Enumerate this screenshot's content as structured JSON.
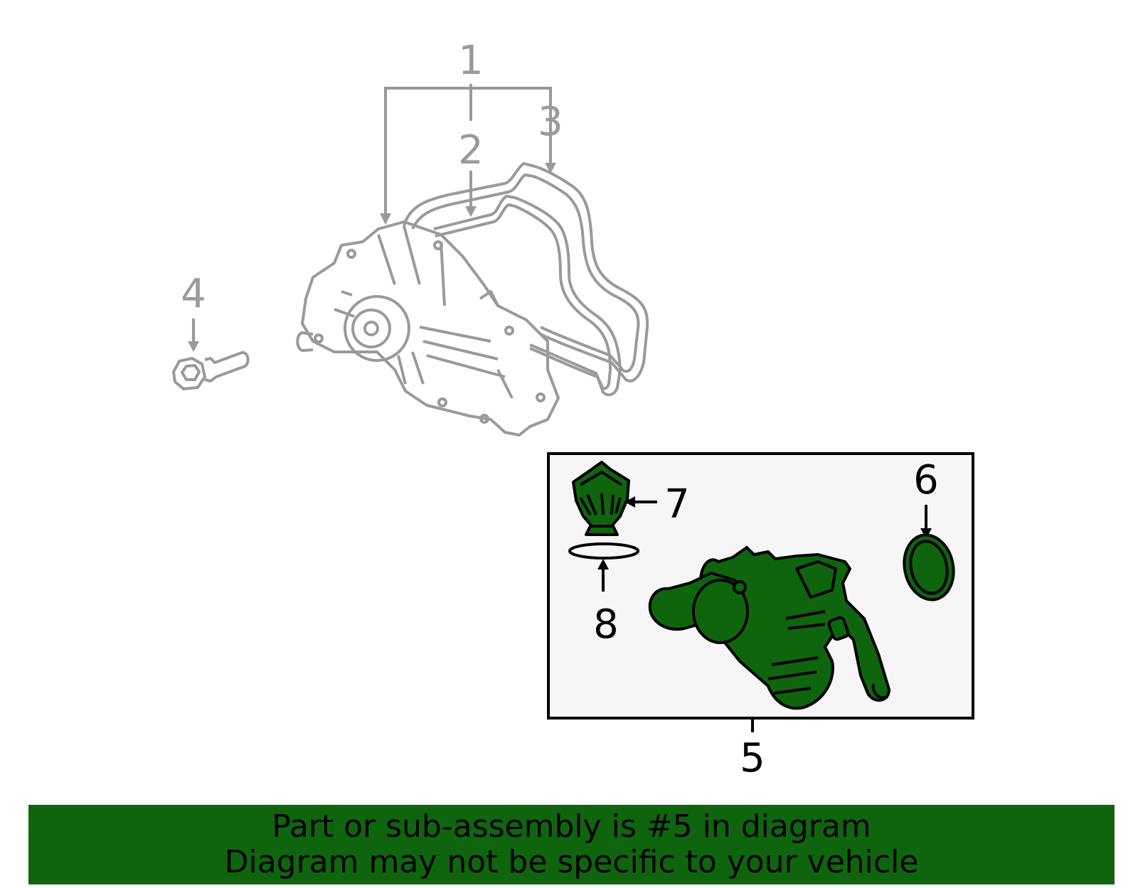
{
  "callouts": {
    "c1": "1",
    "c2": "2",
    "c3": "3",
    "c4": "4",
    "c5": "5",
    "c6": "6",
    "c7": "7",
    "c8": "8"
  },
  "banner": {
    "line1": "Part or sub-assembly is #5 in diagram",
    "line2": "Diagram may not be specific to your vehicle"
  },
  "colors": {
    "highlight_part": "#0f650e",
    "banner_background": "#0f650e",
    "context_part_lines": "#9a9a9a",
    "box_fill": "#f6f6f6"
  },
  "icons": [
    "water-pump-icon",
    "gasket-icon",
    "bolt-icon",
    "thermostat-housing-icon",
    "seal-icon",
    "thermostat-icon",
    "o-ring-icon"
  ]
}
